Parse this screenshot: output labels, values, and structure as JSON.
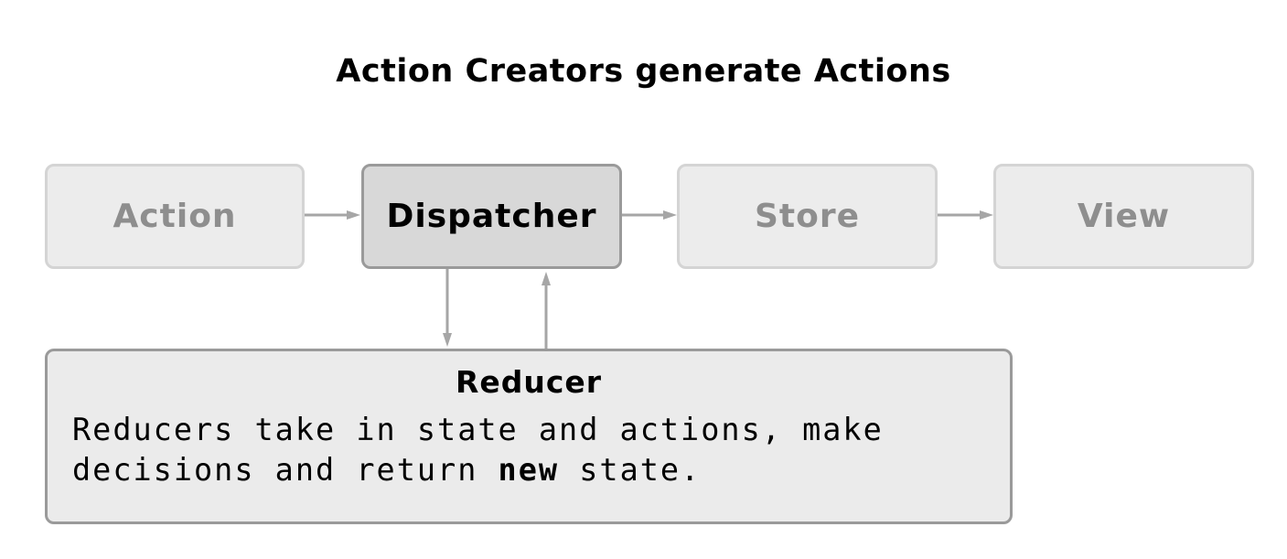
{
  "title": "Action Creators generate Actions",
  "nodes": {
    "action": "Action",
    "dispatcher": "Dispatcher",
    "store": "Store",
    "view": "View"
  },
  "reducer": {
    "title": "Reducer",
    "line1": "Reducers take in state and actions, make",
    "line2_before": "decisions and return ",
    "line2_emphasis": "new",
    "line2_after": " state."
  },
  "colors": {
    "faded_box_fill": "#ececec",
    "faded_box_border": "#d4d4d4",
    "faded_text": "#8e8e8e",
    "active_box_fill": "#d8d8d8",
    "active_box_border": "#9a9a9a",
    "arrow": "#a6a6a6"
  }
}
